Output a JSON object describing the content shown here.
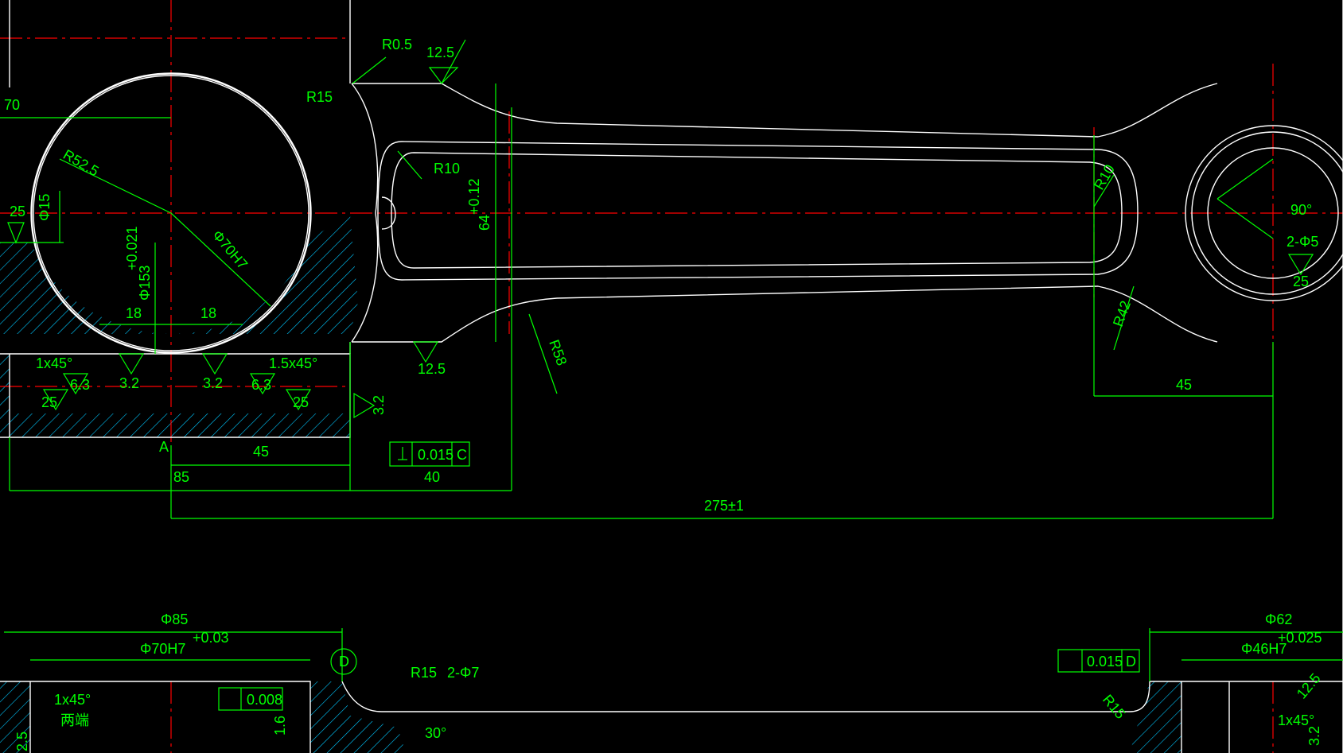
{
  "drawing": {
    "colors": {
      "background": "#000000",
      "part": "#ffffff",
      "dimension": "#00ff00",
      "centerline": "#ff0000",
      "hatch": "#00c8ff"
    },
    "labels": {
      "d70": "70",
      "r05": "R0.5",
      "rough_top": "12.5",
      "r15_top": "R15",
      "r10_left": "R10",
      "r52": "R52.5",
      "d25_left": "25",
      "phi15": "Φ15",
      "phi70h7": "Φ70H7",
      "phi153": "Φ153",
      "tol_153": "+0.021",
      "width64": "64",
      "tol_64": "+0.12",
      "r10_right": "R10",
      "angle90": "90°",
      "holes2phi5": "2-Φ5",
      "rough25_right": "25",
      "r42": "R42",
      "r58": "R58",
      "d18a": "18",
      "d18b": "18",
      "chamfer1": "1x45°",
      "chamfer15": "1.5x45°",
      "r63a": "6.3",
      "r32a": "3.2",
      "r32b": "3.2",
      "r63b": "6.3",
      "r25a": "25",
      "r25b": "25",
      "rough_bottom": "12.5",
      "r32c": "3.2",
      "d45": "45",
      "datumA": "A",
      "d45b": "45",
      "d85": "85",
      "d40": "40",
      "perp_tol": "0.015",
      "perp_ref": "C",
      "overall": "275±1",
      "phi85": "Φ85",
      "phi70h7b": "Φ70H7",
      "tol_70": "+0.03",
      "datumD": "D",
      "chamfer_bot": "1x45°",
      "both_ends": "两端",
      "circ_tol": "0.008",
      "r15_bot": "R15",
      "holes2phi7": "2-Φ7",
      "r16": "1.6",
      "angle30": "30°",
      "r25_bot": "2.5",
      "phi62": "Φ62",
      "phi46h7": "Φ46H7",
      "tol_46": "+0.025",
      "par_tol": "0.015",
      "par_ref": "D",
      "r15_right": "R15",
      "rough_r125": "12.5",
      "chamfer_right": "1x45°",
      "r32_right": "3.2"
    }
  }
}
